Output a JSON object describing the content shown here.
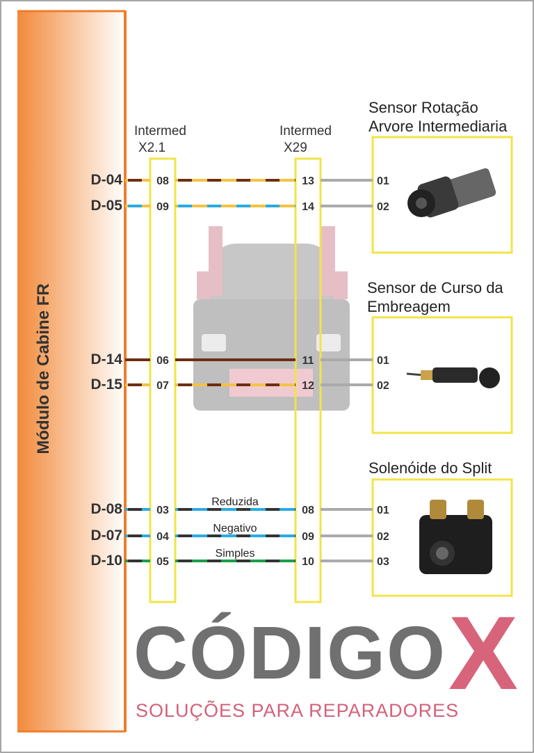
{
  "module": {
    "label": "Módulo de Cabine FR"
  },
  "connectors": {
    "x21": {
      "line1": "Intermed",
      "line2": "X2.1"
    },
    "x29": {
      "line1": "Intermed",
      "line2": "X29"
    }
  },
  "sensors": [
    {
      "line1": "Sensor Rotação",
      "line2": "Arvore Intermediaria"
    },
    {
      "line1": "Sensor de Curso da",
      "line2": "Embreagem"
    },
    {
      "line1": "Solenóide do Split",
      "line2": ""
    }
  ],
  "rows": [
    {
      "d": "D-04",
      "x21": "08",
      "x29": "13",
      "s": "01",
      "label": "",
      "base": "#f5c242",
      "stripe": "#6b2f12"
    },
    {
      "d": "D-05",
      "x21": "09",
      "x29": "14",
      "s": "02",
      "label": "",
      "base": "#f5c242",
      "stripe": "#29abe2"
    },
    {
      "d": "D-14",
      "x21": "06",
      "x29": "11",
      "s": "01",
      "label": "",
      "base": "#6b2f12",
      "stripe": "#6b2f12"
    },
    {
      "d": "D-15",
      "x21": "07",
      "x29": "12",
      "s": "02",
      "label": "",
      "base": "#f5c242",
      "stripe": "#6b2f12"
    },
    {
      "d": "D-08",
      "x21": "03",
      "x29": "08",
      "s": "01",
      "label": "Reduzida",
      "base": "#29abe2",
      "stripe": "#333333"
    },
    {
      "d": "D-07",
      "x21": "04",
      "x29": "09",
      "s": "02",
      "label": "Negativo",
      "base": "#29abe2",
      "stripe": "#333333"
    },
    {
      "d": "D-10",
      "x21": "05",
      "x29": "10",
      "s": "03",
      "label": "Simples",
      "base": "#1a9e4a",
      "stripe": "#333333"
    }
  ],
  "watermark": {
    "brand": "CÓDIGO",
    "x": "X",
    "tagline": "SOLUÇÕES PARA REPARADORES"
  }
}
